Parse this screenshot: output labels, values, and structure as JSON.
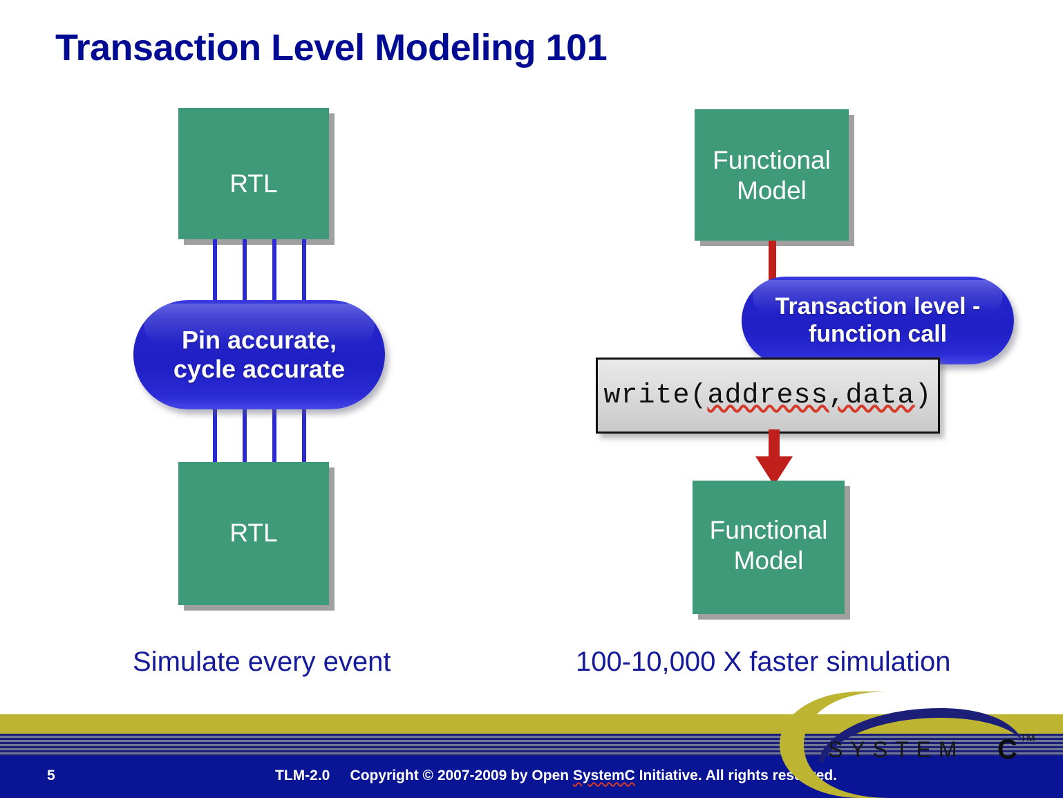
{
  "slide": {
    "title": "Transaction Level Modeling 101",
    "colors": {
      "title_blue": "#000b92",
      "box_green": "#3f9a7a",
      "pill_blue": "#2424cc",
      "arrow_red": "#c0201c",
      "caption_blue": "#141a9a",
      "band_yellow": "#bdb431",
      "band_navy": "#0a1596"
    }
  },
  "left_flow": {
    "top_box": "RTL",
    "bottom_box": "RTL",
    "callout_line1": "Pin accurate,",
    "callout_line2": "cycle accurate",
    "caption": "Simulate every event",
    "pin_count": 4
  },
  "right_flow": {
    "top_box_line1": "Functional",
    "top_box_line2": "Model",
    "bottom_box_line1": "Functional",
    "bottom_box_line2": "Model",
    "callout_line1": "Transaction level -",
    "callout_line2": "function call",
    "code_prefix": "write(",
    "code_args": "address,data",
    "code_suffix": ")",
    "caption": "100-10,000 X faster simulation"
  },
  "footer": {
    "page_number": "5",
    "doc_tag": "TLM-2.0",
    "copyright_pre": "Copyright © 2007-2009 by  Open ",
    "copyright_mark": "SystemC",
    "copyright_post": " Initiative. All rights reserved.",
    "logo_text": "SYSTEM",
    "logo_letter": "C",
    "logo_tm": "™"
  }
}
